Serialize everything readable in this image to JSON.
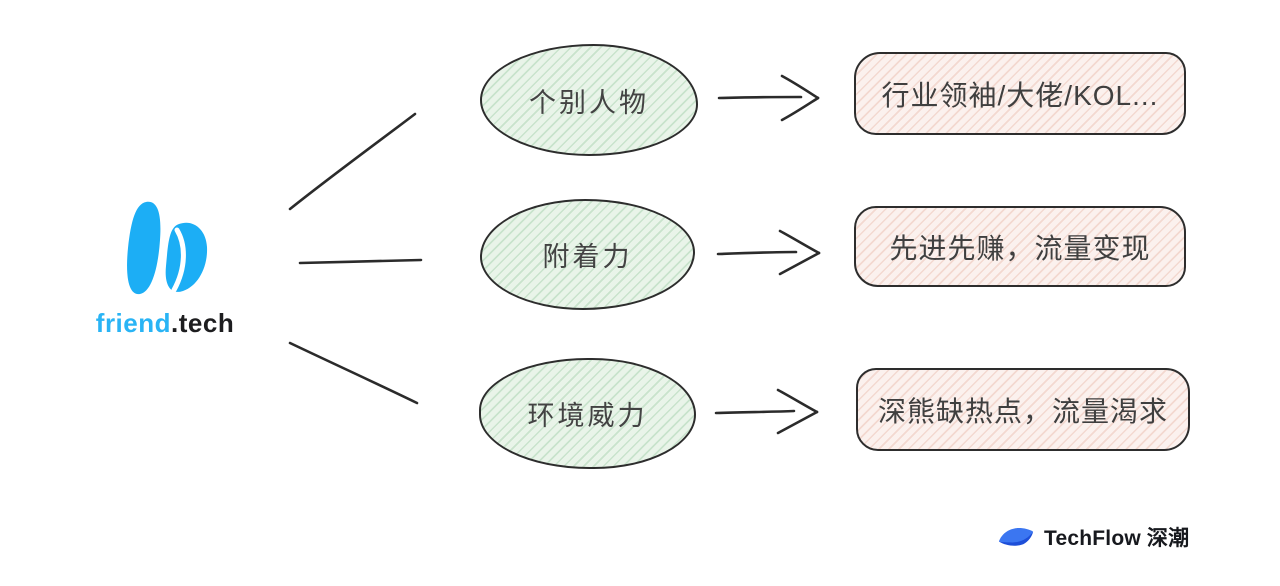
{
  "diagram": {
    "source": {
      "icon": "friendtech-ears-icon",
      "brand_blue": "friend",
      "brand_dark": ".tech"
    },
    "causes": [
      {
        "label": "个别人物"
      },
      {
        "label": "附着力"
      },
      {
        "label": "环境威力"
      }
    ],
    "effects": [
      {
        "label": "行业领袖/大佬/KOL..."
      },
      {
        "label": "先进先赚，流量变现"
      },
      {
        "label": "深熊缺热点，流量渴求"
      }
    ],
    "footer": {
      "icon": "techflow-leaf-icon",
      "brand_text": "TechFlow 深潮"
    },
    "colors": {
      "cause_fill": "#e9f4e9",
      "cause_hatch": "#8cc396",
      "effect_fill": "#fbf1ee",
      "effect_hatch": "#e1a08c",
      "stroke": "#2d2d2d",
      "friendtech_blue": "#29b4f5",
      "techflow_blue": "#3b76f1",
      "techflow_dark_blue": "#1d4ed8"
    }
  }
}
